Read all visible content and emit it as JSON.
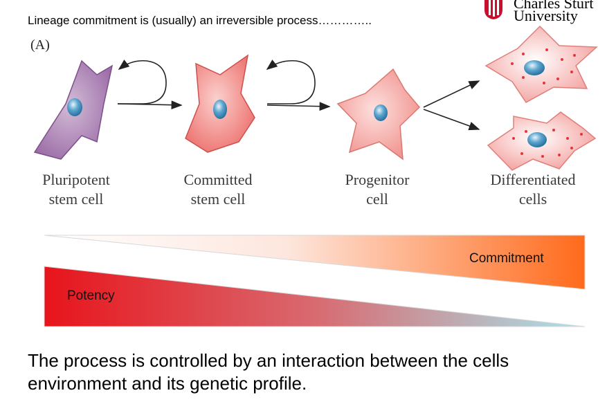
{
  "header": {
    "title": "Lineage commitment is (usually) an irreversible process…………..",
    "logo_line1": "Charles Sturt",
    "logo_line2": "University"
  },
  "diagram": {
    "panel_label": "(A)",
    "cells": [
      {
        "line1": "Pluripotent",
        "line2": "stem cell",
        "color": "#a57bb0"
      },
      {
        "line1": "Committed",
        "line2": "stem cell",
        "color": "#ef7a78"
      },
      {
        "line1": "Progenitor",
        "line2": "cell",
        "color": "#f08f8a"
      },
      {
        "line1": "Differentiated",
        "line2": "cells",
        "color": "#f4a4a2"
      }
    ]
  },
  "gradients": {
    "commitment_label": "Commitment",
    "potency_label": "Potency",
    "commitment_colors": [
      "#ffffff",
      "#ff6a1a"
    ],
    "potency_colors": [
      "#e8141b",
      "#a8e4ec"
    ]
  },
  "footer": {
    "text": "The process is controlled by an interaction between the cells environment and its genetic profile."
  }
}
